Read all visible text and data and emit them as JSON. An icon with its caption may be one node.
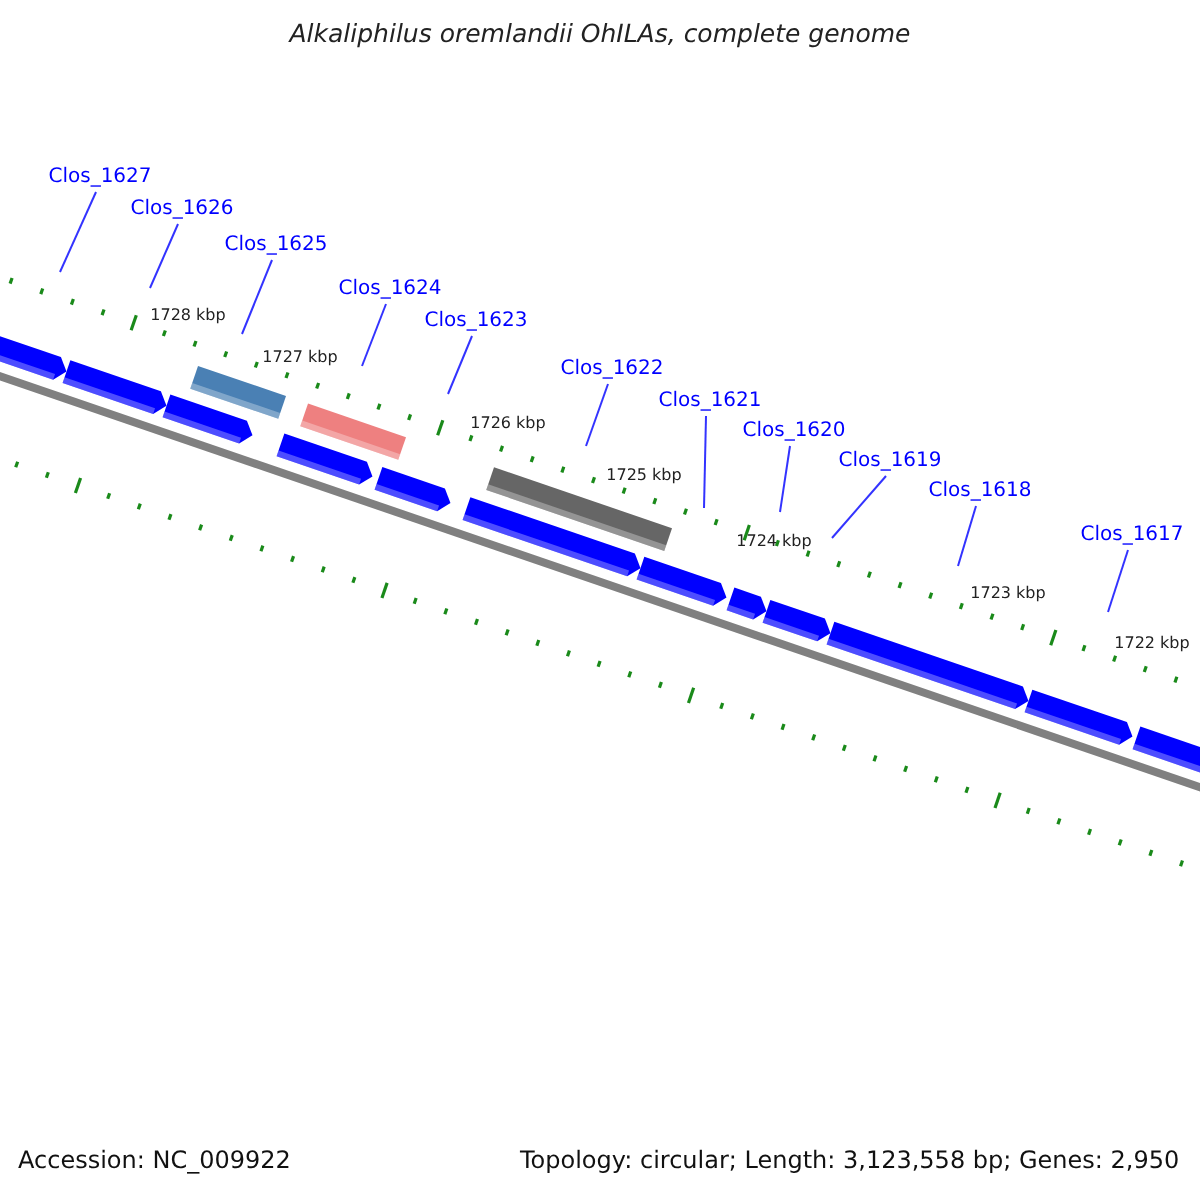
{
  "diagram": {
    "title": "Alkaliphilus oremlandii OhILAs, complete genome",
    "nodes": [
      {
        "text": [
          "Clos_1627"
        ]
      },
      {
        "text": [
          "Clos_1626"
        ]
      },
      {
        "text": [
          "Clos_1625"
        ]
      },
      {
        "text": [
          "Clos_1624"
        ]
      },
      {
        "text": [
          "Clos_1623"
        ]
      },
      {
        "text": [
          "Clos_1622"
        ]
      },
      {
        "text": [
          "Clos_1621"
        ]
      },
      {
        "text": [
          "Clos_1620"
        ]
      },
      {
        "text": [
          "Clos_1619"
        ]
      },
      {
        "text": [
          "Clos_1618"
        ]
      },
      {
        "text": [
          "Clos_1617"
        ]
      }
    ],
    "edges": [
      {
        "from": 0,
        "to": null,
        "arrow": "none"
      },
      {
        "from": 1,
        "to": null,
        "arrow": "none"
      },
      {
        "from": 2,
        "to": null,
        "arrow": "none"
      },
      {
        "from": 3,
        "to": null,
        "arrow": "none"
      },
      {
        "from": 4,
        "to": null,
        "arrow": "none"
      },
      {
        "from": 5,
        "to": null,
        "arrow": "none"
      },
      {
        "from": 6,
        "to": null,
        "arrow": "none"
      },
      {
        "from": 7,
        "to": null,
        "arrow": "none"
      },
      {
        "from": 8,
        "to": null,
        "arrow": "none"
      },
      {
        "from": 9,
        "to": null,
        "arrow": "none"
      },
      {
        "from": 10,
        "to": null,
        "arrow": "none"
      }
    ],
    "labels": [
      "1728 kbp",
      "1727 kbp",
      "1726 kbp",
      "1725 kbp",
      "1724 kbp",
      "1723 kbp",
      "1722 kbp",
      "Accession: NC_009922",
      "Topology: circular; Length: 3,123,558 bp; Genes: 2,950"
    ]
  }
}
